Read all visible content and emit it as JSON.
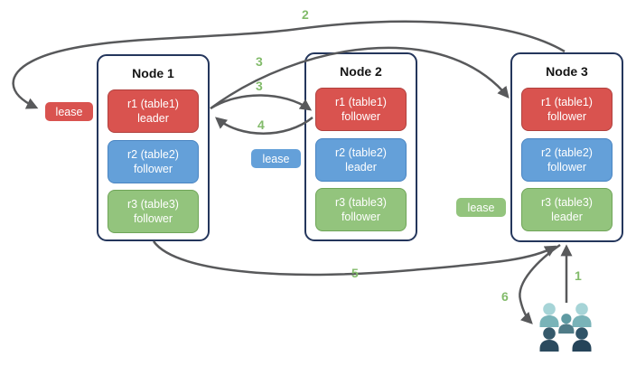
{
  "nodes": [
    {
      "title": "Node 1",
      "replicas": [
        {
          "line1": "r1 (table1)",
          "line2": "leader",
          "color": "#d9534f"
        },
        {
          "line1": "r2 (table2)",
          "line2": "follower",
          "color": "#64a0d9"
        },
        {
          "line1": "r3 (table3)",
          "line2": "follower",
          "color": "#93c47d"
        }
      ]
    },
    {
      "title": "Node 2",
      "replicas": [
        {
          "line1": "r1 (table1)",
          "line2": "follower",
          "color": "#d9534f"
        },
        {
          "line1": "r2 (table2)",
          "line2": "leader",
          "color": "#64a0d9"
        },
        {
          "line1": "r3 (table3)",
          "line2": "follower",
          "color": "#93c47d"
        }
      ]
    },
    {
      "title": "Node 3",
      "replicas": [
        {
          "line1": "r1 (table1)",
          "line2": "follower",
          "color": "#d9534f"
        },
        {
          "line1": "r2 (table2)",
          "line2": "follower",
          "color": "#64a0d9"
        },
        {
          "line1": "r3 (table3)",
          "line2": "leader",
          "color": "#93c47d"
        }
      ]
    }
  ],
  "leases": [
    {
      "label": "lease",
      "color": "#d9534f"
    },
    {
      "label": "lease",
      "color": "#64a0d9"
    },
    {
      "label": "lease",
      "color": "#93c47d"
    }
  ],
  "arrow_labels": {
    "step1": "1",
    "step2": "2",
    "step3a": "3",
    "step3b": "3",
    "step4": "4",
    "step5": "5",
    "step6": "6"
  },
  "icons": {
    "users_group": "users-group-icon"
  },
  "colors": {
    "node_border": "#24365c",
    "replica_red": "#d9534f",
    "replica_blue": "#64a0d9",
    "replica_green": "#93c47d",
    "arrow_gray": "#58595b",
    "label_green": "#82bb6a",
    "people_light": "#a6d4d7",
    "people_mid": "#5f9aa2",
    "people_dark": "#2b4a5e"
  }
}
